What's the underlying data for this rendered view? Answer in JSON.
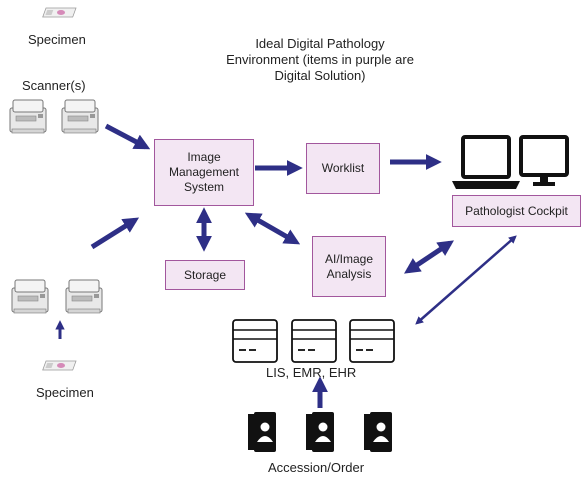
{
  "title": "Ideal Digital Pathology Environment (items in purple are Digital Solution)",
  "nodes": {
    "specimen_top": "Specimen",
    "scanners": "Scanner(s)",
    "ims": "Image Management System",
    "worklist": "Worklist",
    "storage": "Storage",
    "ai": "AI/Image Analysis",
    "cockpit": "Pathologist Cockpit",
    "lis": "LIS, EMR, EHR",
    "specimen_bottom": "Specimen",
    "accession": "Accession/Order"
  },
  "colors": {
    "arrow": "#2e2f86",
    "box_fill": "#f3e6f3",
    "box_border": "#a2579d",
    "icon": "#111111"
  },
  "icons": [
    "slide-icon",
    "scanner-icon",
    "monitor-icon",
    "laptop-icon",
    "records-card-icon",
    "patient-id-card-icon"
  ]
}
